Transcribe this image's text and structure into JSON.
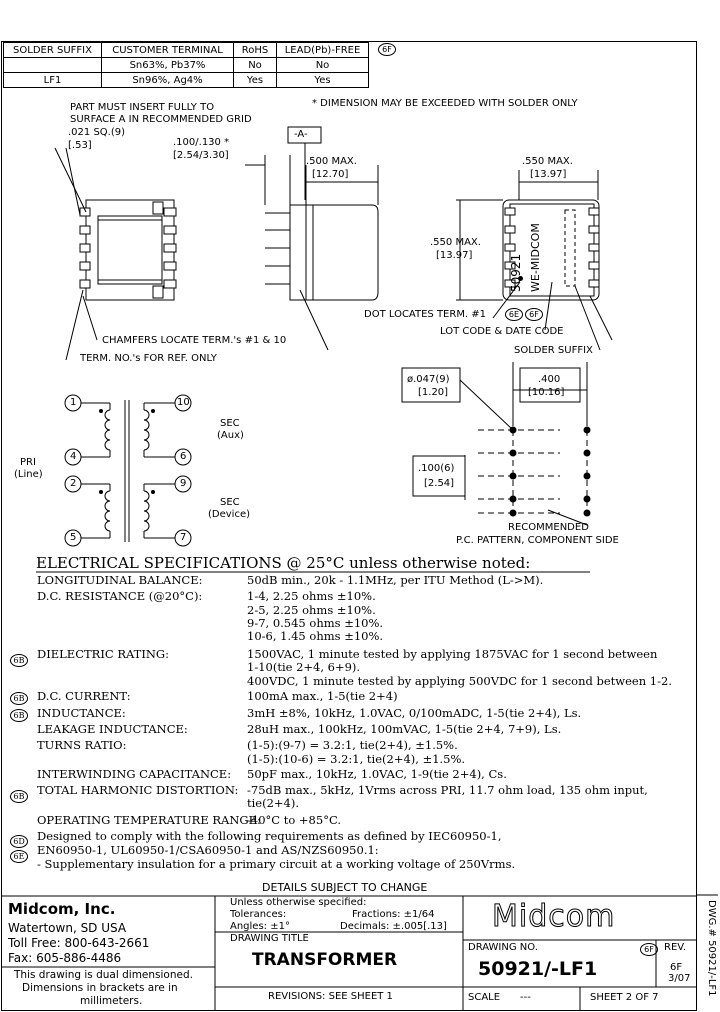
{
  "suffix_table": {
    "headers": [
      "SOLDER SUFFIX",
      "CUSTOMER TERMINAL",
      "RoHS",
      "LEAD(Pb)-FREE"
    ],
    "rows": [
      [
        "",
        "Sn63%, Pb37%",
        "No",
        "No"
      ],
      [
        "LF1",
        "Sn96%, Ag4%",
        "Yes",
        "Yes"
      ]
    ],
    "rev_badge": "6F"
  },
  "notes": {
    "dimension_note": "* DIMENSION MAY BE EXCEEDED WITH SOLDER ONLY",
    "insert_note_1": "PART MUST INSERT FULLY TO",
    "insert_note_2": "SURFACE A IN RECOMMENDED GRID",
    "sq_dim": ".021 SQ.(9)",
    "sq_dim_mm": "[.53]",
    "chamfers": "CHAMFERS LOCATE TERM.'s #1 & 10",
    "term_nos": "TERM. NO.'s FOR REF. ONLY",
    "dot_locates": "DOT LOCATES TERM. #1",
    "lot_code": "LOT CODE & DATE CODE",
    "solder_suffix": "SOLDER SUFFIX",
    "datum_a": "-A-",
    "rev_6e": "6E",
    "rev_6f": "6F"
  },
  "dims": {
    "pin_len": ".100/.130 *",
    "pin_len_mm": "[2.54/3.30]",
    "width_max": ".500 MAX.",
    "width_max_mm": "[12.70]",
    "len_max": ".550 MAX.",
    "len_max_mm": "[13.97]",
    "height_max": ".550 MAX.",
    "height_max_mm": "[13.97]",
    "hole": "ø.047(9)",
    "hole_mm": "[1.20]",
    "row_space": ".400",
    "row_space_mm": "[10.16]",
    "pitch": ".100(6)",
    "pitch_mm": "[2.54]",
    "pcb_label_1": "RECOMMENDED",
    "pcb_label_2": "P.C. PATTERN, COMPONENT SIDE"
  },
  "marking": {
    "part": "50921",
    "brand": "WE-MIDCOM"
  },
  "schematic": {
    "pins": [
      "1",
      "4",
      "2",
      "5",
      "10",
      "6",
      "9",
      "7"
    ],
    "pri": "PRI",
    "pri_sub": "(Line)",
    "sec_aux": "SEC",
    "sec_aux_sub": "(Aux)",
    "sec_dev": "SEC",
    "sec_dev_sub": "(Device)"
  },
  "specs": {
    "heading": "ELECTRICAL SPECIFICATIONS @ 25°C unless otherwise noted:",
    "rows": [
      {
        "label": "LONGITUDINAL BALANCE:",
        "lines": [
          "50dB min., 20k - 1.1MHz, per ITU Method (L->M)."
        ],
        "rev": ""
      },
      {
        "label": "D.C. RESISTANCE (@20°C):",
        "lines": [
          "1-4, 2.25 ohms ±10%.",
          "2-5, 2.25 ohms ±10%.",
          "9-7, 0.545 ohms ±10%.",
          "10-6, 1.45 ohms ±10%."
        ],
        "rev": ""
      },
      {
        "label": "DIELECTRIC RATING:",
        "lines": [
          "1500VAC, 1 minute tested by applying 1875VAC for 1 second between",
          "1-10(tie 2+4, 6+9).",
          "400VDC, 1 minute tested by applying 500VDC for 1 second between 1-2."
        ],
        "rev": "6B"
      },
      {
        "label": "D.C. CURRENT:",
        "lines": [
          "100mA max., 1-5(tie 2+4)"
        ],
        "rev": "6B"
      },
      {
        "label": "INDUCTANCE:",
        "lines": [
          "3mH ±8%, 10kHz, 1.0VAC, 0/100mADC, 1-5(tie 2+4), Ls."
        ],
        "rev": "6B"
      },
      {
        "label": "LEAKAGE INDUCTANCE:",
        "lines": [
          "28uH max., 100kHz, 100mVAC, 1-5(tie 2+4, 7+9), Ls."
        ],
        "rev": ""
      },
      {
        "label": "TURNS RATIO:",
        "lines": [
          "(1-5):(9-7) = 3.2:1, tie(2+4), ±1.5%.",
          "(1-5):(10-6) = 3.2:1, tie(2+4), ±1.5%."
        ],
        "rev": ""
      },
      {
        "label": "INTERWINDING CAPACITANCE:",
        "lines": [
          "50pF max., 10kHz, 1.0VAC, 1-9(tie 2+4), Cs."
        ],
        "rev": ""
      },
      {
        "label": "TOTAL HARMONIC DISTORTION:",
        "lines": [
          "-75dB max., 5kHz, 1Vrms across PRI, 11.7 ohm load, 135 ohm input,",
          "tie(2+4)."
        ],
        "rev": "6B"
      },
      {
        "label": "OPERATING TEMPERATURE RANGE:",
        "lines": [
          "-40°C to +85°C."
        ],
        "rev": ""
      }
    ],
    "compliance_1": "Designed to comply with the following requirements as defined by IEC60950-1,",
    "compliance_2": "EN60950-1, UL60950-1/CSA60950-1 and AS/NZS60950.1:",
    "compliance_3": "- Supplementary insulation for a primary circuit at a working voltage of 250Vrms.",
    "compliance_rev_1": "6D",
    "compliance_rev_2": "6E"
  },
  "details": "DETAILS SUBJECT TO CHANGE",
  "title_block": {
    "company": "Midcom, Inc.",
    "address_1": "Watertown, SD   USA",
    "phone": "Toll Free: 800-643-2661",
    "fax": "Fax: 605-886-4486",
    "dual_1": "This drawing is dual dimensioned.",
    "dual_2": "Dimensions in brackets are in",
    "dual_3": "millimeters.",
    "tol_head": "Unless otherwise specified:",
    "tol_label": "Tolerances:",
    "tol_frac": "Fractions: ±1/64",
    "tol_ang": "Angles: ±1°",
    "tol_dec": "Decimals: ±.005[.13]",
    "drawing_title_label": "DRAWING TITLE",
    "drawing_title": "TRANSFORMER",
    "revisions": "REVISIONS: SEE SHEET 1",
    "logo": "Midcom",
    "drawing_no_label": "DRAWING NO.",
    "drawing_no": "50921/-LF1",
    "rev_label": "REV.",
    "rev_value": "6F",
    "rev_date": "3/07",
    "scale_label": "SCALE",
    "scale_value": "---",
    "sheet": "SHEET 2 OF 7",
    "side_dwg": "DWG.# 50921/-LF1"
  }
}
